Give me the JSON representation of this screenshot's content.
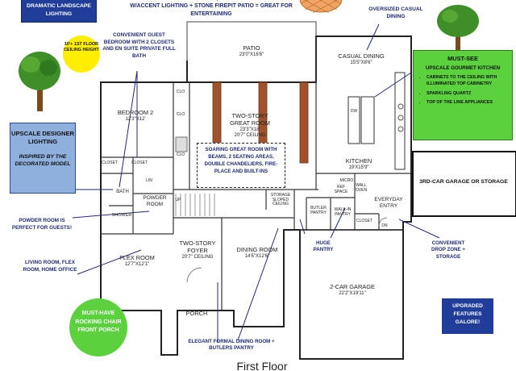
{
  "title": "First Floor",
  "callouts": {
    "lighting_box": "DRAMATIC LANDSCAPE LIGHTING",
    "patio_top": "PRIVATE YARD WITH LEVEL PATIO, LOVELY STONE HARDSCAPE W/ACCENT LIGHTING + STONE FIREPIT PATIO = GREAT FOR ENTERTAINING",
    "ceiling_badge": "10'+ 1ST FLOOR CEILING HEIGHT",
    "guest_bedroom": "CONVENIENT GUEST BEDROOM WITH 2 CLOSETS AND EN SUITE PRIVATE FULL BATH",
    "casual_dining": "OVERSIZED CASUAL DINING",
    "designer_box": {
      "title": "UPSCALE DESIGNER LIGHTING",
      "subtitle": "INSPIRED BY THE DECORATED MODEL"
    },
    "kitchen_box": {
      "title": "MUST-SEE",
      "subtitle": "UPSCALE GOURMET KITCHEN",
      "bullets": [
        "CABINETS TO THE CEILING WITH ILLUMINATED TOP CABINETRY",
        "SPARKLING QUARTZ",
        "TOP OF THE LINE APPLIANCES"
      ]
    },
    "great_room_note": "SOARING GREAT ROOM WITH BEAMS, 2 SEATING AREAS, DOUBLE CHANDELIERS, FIRE-PLACE AND BUILT-INS",
    "garage_option": "3RD-CAR GARAGE OR STORAGE",
    "powder": "POWDER ROOM IS PERFECT FOR GUESTS!",
    "flex": "LIVING ROOM, FLEX ROOM, HOME OFFICE",
    "pantry": "HUGE PANTRY",
    "dropzone": "CONVENIENT DROP ZONE + STORAGE",
    "porch_circle": "MUST-HAVE ROCKING CHAIR FRONT PORCH",
    "formal_dining": "ELEGANT FORMAL DINING ROOM + BUTLERS PANTRY",
    "upgraded": "UPGRADED FEATURES GALORE!"
  },
  "rooms": {
    "patio": {
      "name": "PATIO",
      "dim": "23'0\"X16'6\""
    },
    "casual_dining": {
      "name": "CASUAL DINING",
      "dim": "15'5\"X8'6\""
    },
    "bedroom2": {
      "name": "BEDROOM 2",
      "dim": "12'3\"X12'"
    },
    "great_room": {
      "name": "TWO-STORY GREAT ROOM",
      "dim": "23'3\"X18'",
      "ceiling": "20'7\" CEILING"
    },
    "kitchen": {
      "name": "KITCHEN",
      "dim": "19'X15'9\""
    },
    "powder": {
      "name": "POWDER ROOM"
    },
    "bath": {
      "name": "BATH"
    },
    "shower": {
      "name": "SHOWER"
    },
    "flex_room": {
      "name": "FLEX ROOM",
      "dim": "12'7\"X12'1\""
    },
    "foyer": {
      "name": "TWO-STORY FOYER",
      "dim": "20'7\" CEILING"
    },
    "dining_room": {
      "name": "DINING ROOM",
      "dim": "14'6\"X12'6\""
    },
    "storage": {
      "name": "STORAGE SLOPED CEILING"
    },
    "butlers": {
      "name": "BUTLER PANTRY"
    },
    "walkin": {
      "name": "WALK-IN PANTRY"
    },
    "everyday_entry": {
      "name": "EVERYDAY ENTRY"
    },
    "garage": {
      "name": "2-CAR GARAGE",
      "dim": "22'2\"X19'11\""
    },
    "porch": {
      "name": "PORCH"
    }
  },
  "labels": {
    "clo": "CLO",
    "closet": "CLOSET",
    "lin": "LIN",
    "up": "UP",
    "dn": "DN",
    "dw": "DW",
    "ref": "REF",
    "space": "SPACE",
    "wall_oven": "WALL OVEN",
    "micro": "MICRO"
  }
}
